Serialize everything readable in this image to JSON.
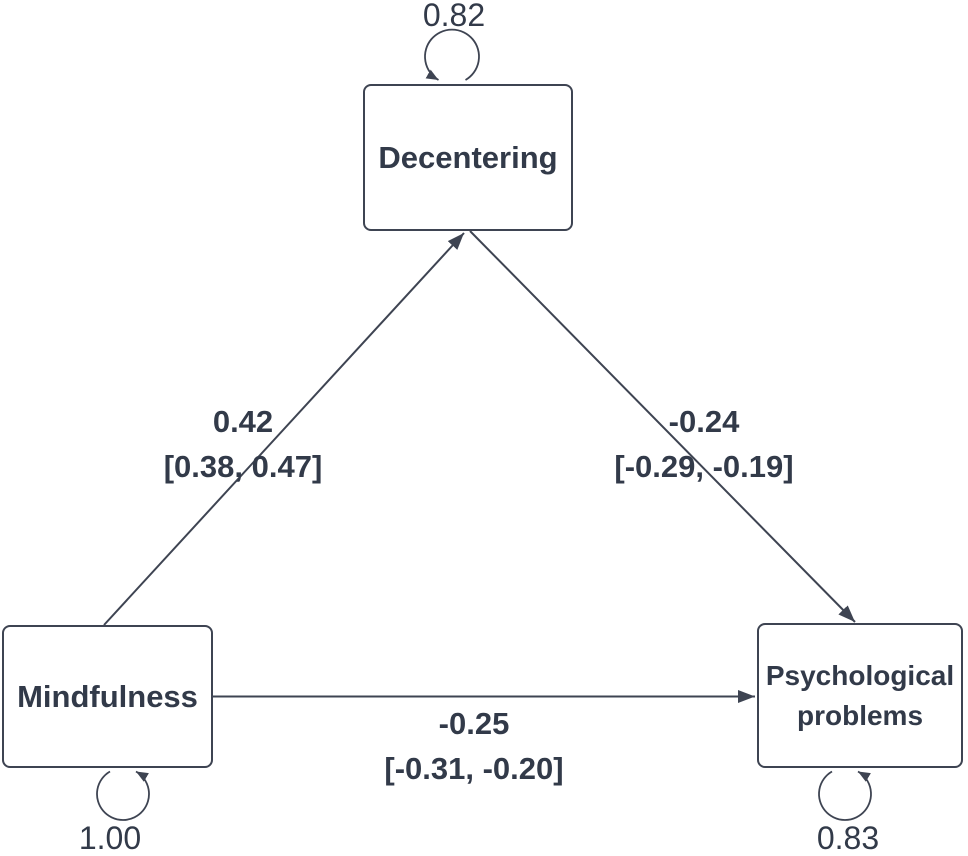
{
  "diagram": {
    "type": "mediation-path-diagram",
    "background": "#ffffff",
    "colors": {
      "ink": "#323a49",
      "stroke": "#3e4452"
    }
  },
  "nodes": {
    "decentering": {
      "label": "Decentering",
      "variance": "0.82"
    },
    "mindfulness": {
      "label": "Mindfulness",
      "variance": "1.00"
    },
    "psychological_problems": {
      "label": "Psychological problems",
      "variance": "0.83"
    }
  },
  "edges": {
    "mindfulness_to_decentering": {
      "from": "Mindfulness",
      "to": "Decentering",
      "estimate": "0.42",
      "ci": "[0.38, 0.47]"
    },
    "decentering_to_psychological_problems": {
      "from": "Decentering",
      "to": "Psychological problems",
      "estimate": "-0.24",
      "ci": "[-0.29, -0.19]"
    },
    "mindfulness_to_psychological_problems": {
      "from": "Mindfulness",
      "to": "Psychological problems",
      "estimate": "-0.25",
      "ci": "[-0.31, -0.20]"
    }
  }
}
